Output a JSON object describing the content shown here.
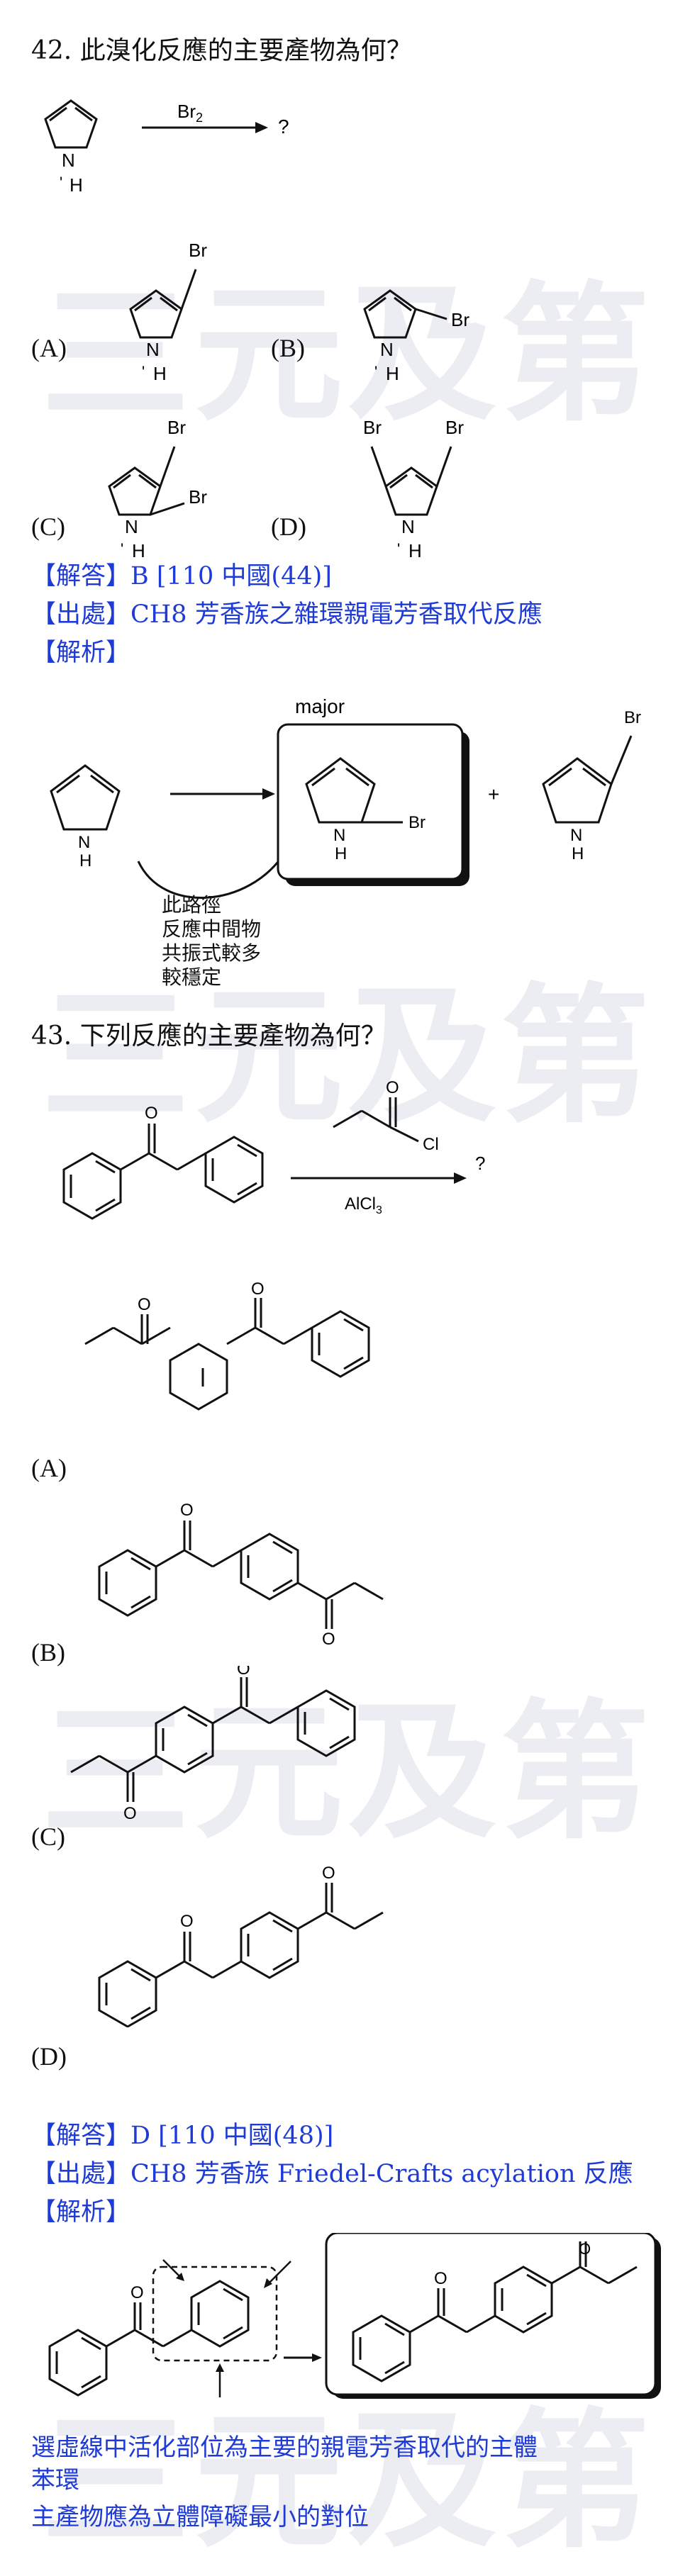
{
  "watermark": "三元及第",
  "q42": {
    "title": "42.  此溴化反應的主要產物為何？",
    "reagent": "Br",
    "reagent_sub": "2",
    "product_placeholder": "?",
    "options": [
      "(A)",
      "(B)",
      "(C)",
      "(D)"
    ],
    "answer": "【解答】B    [110 中國(44)]",
    "source": "【出處】CH8 芳香族之雜環親電芳香取代反應",
    "analysis": "【解析】",
    "major_label": "major",
    "plus": "+",
    "note_lines": [
      "此路徑",
      "反應中間物",
      "共振式較多",
      "較穩定"
    ]
  },
  "q43": {
    "title": "43.  下列反應的主要產物為何？",
    "reagent_cl": "Cl",
    "catalyst": "AlCl",
    "catalyst_sub": "3",
    "product_placeholder": "?",
    "options": [
      "(A)",
      "(B)",
      "(C)",
      "(D)"
    ],
    "answer": "【解答】D    [110 中國(48)]",
    "source": "【出處】CH8 芳香族 Friedel-Crafts acylation 反應",
    "analysis": "【解析】",
    "explanation_lines": [
      "選虛線中活化部位為主要的親電芳香取代的主體",
      "苯環",
      "主產物應為立體障礙最小的對位"
    ]
  },
  "atoms": {
    "N": "N",
    "H": "H",
    "Br": "Br",
    "O": "O"
  }
}
